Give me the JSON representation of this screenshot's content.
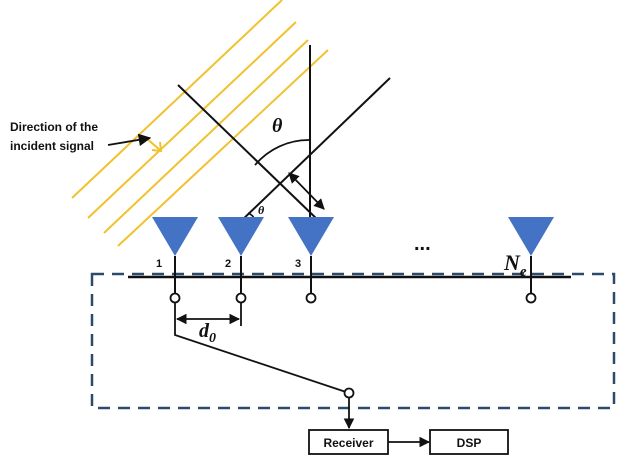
{
  "labels": {
    "incident_line1": "Direction of the",
    "incident_line2": "incident signal",
    "theta_large": "θ",
    "theta_small": "θ",
    "elem1": "1",
    "elem2": "2",
    "elem3": "3",
    "dots": "...",
    "ne_main": "N",
    "ne_sub": "e",
    "d0_main": "d",
    "d0_sub": "0",
    "receiver": "Receiver",
    "dsp": "DSP"
  },
  "colors": {
    "wavefront": "#f2c12e",
    "antenna": "#4472c4",
    "antenna_stroke": "#2f4f8f",
    "dashed_box": "#2e4a6b",
    "line": "#111111"
  }
}
